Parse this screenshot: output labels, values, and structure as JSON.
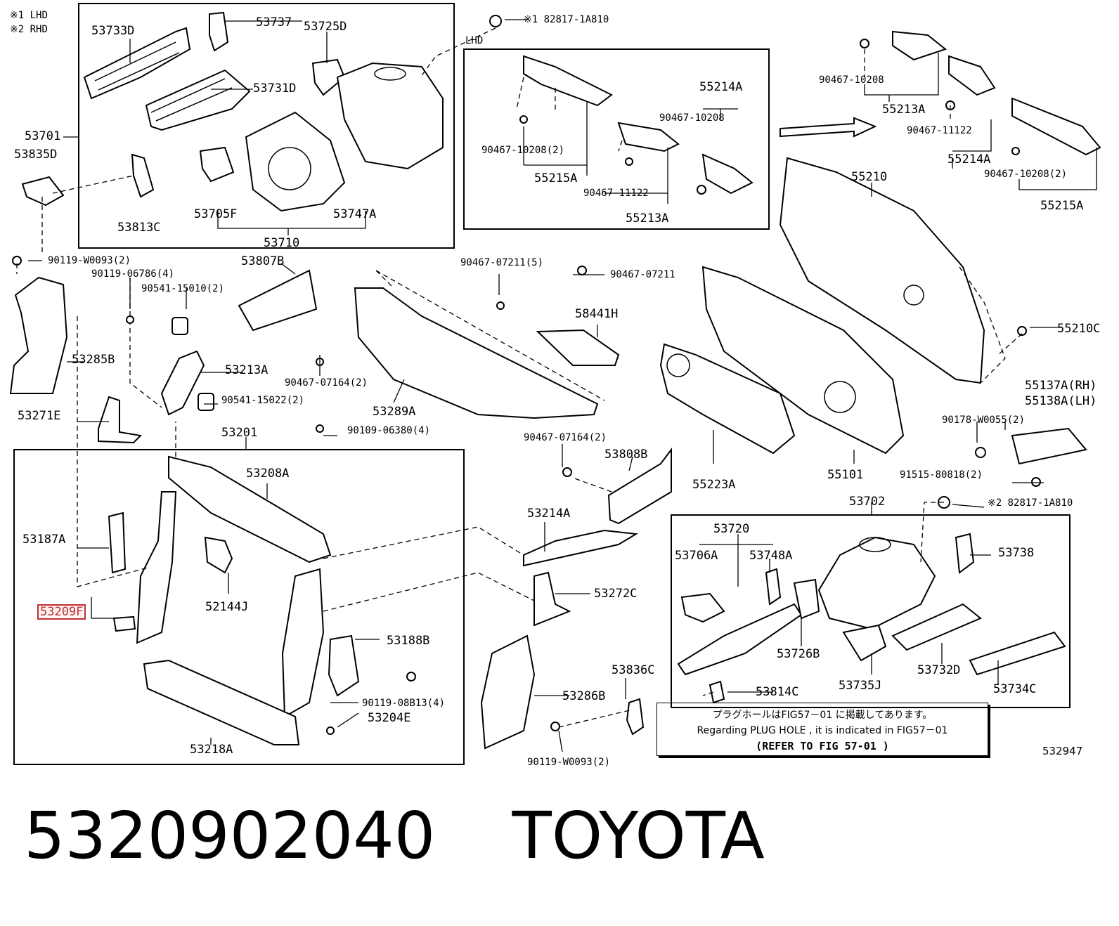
{
  "legend": [
    "※1 LHD",
    "※2 RHD"
  ],
  "labels": {
    "p53733D": "53733D",
    "p53737": "53737",
    "p53725D": "53725D",
    "p182817": "※1 82817-1A810",
    "pLHD": "LHD",
    "p90467_10208_a": "90467-10208",
    "p55213A_a": "55213A",
    "p53731D": "53731D",
    "p53701": "53701",
    "p53835D": "53835D",
    "p55214A_a": "55214A",
    "p90467_10208_b": "90467-10208",
    "p90467_10208_2a": "90467-10208(2)",
    "p55215A_a": "55215A",
    "p90467_11122_a": "90467-11122",
    "p55213A_b": "55213A",
    "p53705F": "53705F",
    "p53747A": "53747A",
    "p53813C": "53813C",
    "p53710": "53710",
    "p90467_11122_b": "90467-11122",
    "p55214A_b": "55214A",
    "p90467_10208_2b": "90467-10208(2)",
    "p55215A_b": "55215A",
    "p55210": "55210",
    "p90119_W0093_a": "90119-W0093(2)",
    "p90119_06786": "90119-06786(4)",
    "p53807B": "53807B",
    "p90541_15010": "90541-15010(2)",
    "p90467_07211_5": "90467-07211(5)",
    "p90467_07211": "90467-07211",
    "p58441H": "58441H",
    "p55210C": "55210C",
    "p53285B": "53285B",
    "p53213A": "53213A",
    "p90467_07164_a": "90467-07164(2)",
    "p53271E": "53271E",
    "p90541_15022": "90541-15022(2)",
    "p53289A": "53289A",
    "p55137A": "55137A(RH)",
    "p55138A": "55138A(LH)",
    "p53201": "53201",
    "p90109_06380": "90109-06380(4)",
    "p90178_W0055": "90178-W0055(2)",
    "p90467_07164_b": "90467-07164(2)",
    "p53808B": "53808B",
    "p53208A": "53208A",
    "p55223A": "55223A",
    "p55101": "55101",
    "p91515_80818": "91515-80818(2)",
    "p53702": "53702",
    "p282817": "※2 82817-1A810",
    "p53214A": "53214A",
    "p53720": "53720",
    "p53187A": "53187A",
    "p53706A": "53706A",
    "p53748A": "53748A",
    "p53738": "53738",
    "p53272C": "53272C",
    "p53209F": "53209F",
    "p52144J": "52144J",
    "p53188B": "53188B",
    "p53726B": "53726B",
    "p53732D": "53732D",
    "p53836C": "53836C",
    "p53735J": "53735J",
    "p53734C": "53734C",
    "p53286B": "53286B",
    "p53814C": "53814C",
    "p90119_08B13": "90119-08B13(4)",
    "p53204E": "53204E",
    "p53218A": "53218A",
    "p90119_W0093_b": "90119-W0093(2)"
  },
  "highlighted_part": "53209F",
  "note": {
    "line1": "プラグホールはFIG57－01 に掲載してあります。",
    "line2": "Regarding  PLUG HOLE , it is indicated in FIG57－01",
    "line3": "(REFER TO FIG 57-01 )"
  },
  "figure_id": "532947",
  "caption": {
    "part_number": "5320902040",
    "brand": "TOYOTA"
  }
}
